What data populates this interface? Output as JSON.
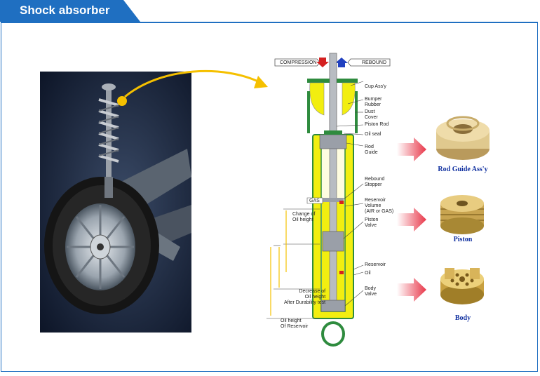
{
  "header": {
    "title": "Shock absorber"
  },
  "diagram": {
    "compression_label": "COMPRESSION",
    "rebound_label": "REBOUND",
    "gas_label": "GAS",
    "callouts": [
      {
        "id": "cup",
        "text": "Cup Ass'y"
      },
      {
        "id": "bumper",
        "text": "Bumper\nRubber"
      },
      {
        "id": "dust",
        "text": "Dust\nCover"
      },
      {
        "id": "piston_rod",
        "text": "Piston Rod"
      },
      {
        "id": "oil_seal",
        "text": "Oil seal"
      },
      {
        "id": "rod_guide",
        "text": "Rod\nGuide"
      },
      {
        "id": "rebound_stopper",
        "text": "Rebound\nStopper"
      },
      {
        "id": "reservoir_volume",
        "text": "Reservoir\nVolume\n(AIR or GAS)"
      },
      {
        "id": "piston_valve",
        "text": "Piston\nValve"
      },
      {
        "id": "reservoir",
        "text": "Reservoir"
      },
      {
        "id": "oil",
        "text": "Oil"
      },
      {
        "id": "body_valve",
        "text": "Body\nValve"
      }
    ],
    "left_labels": [
      {
        "id": "change_oil",
        "text": "Change of\nOil height"
      },
      {
        "id": "decrease_oil",
        "text": "Decrease of\nOil height\nAfter Durability test"
      },
      {
        "id": "oil_height_reservoir",
        "text": "Oil height\nOf Reservoir"
      }
    ]
  },
  "parts": [
    {
      "id": "rod_guide",
      "caption": "Rod Guide Ass'y"
    },
    {
      "id": "piston",
      "caption": "Piston"
    },
    {
      "id": "body",
      "caption": "Body"
    }
  ],
  "colors": {
    "header_blue": "#1f6fc1",
    "caption_blue": "#1030a0",
    "oil_yellow": "#f2ee10",
    "tube_green": "#2e8b3e",
    "arrow_orange": "#f5c000"
  }
}
